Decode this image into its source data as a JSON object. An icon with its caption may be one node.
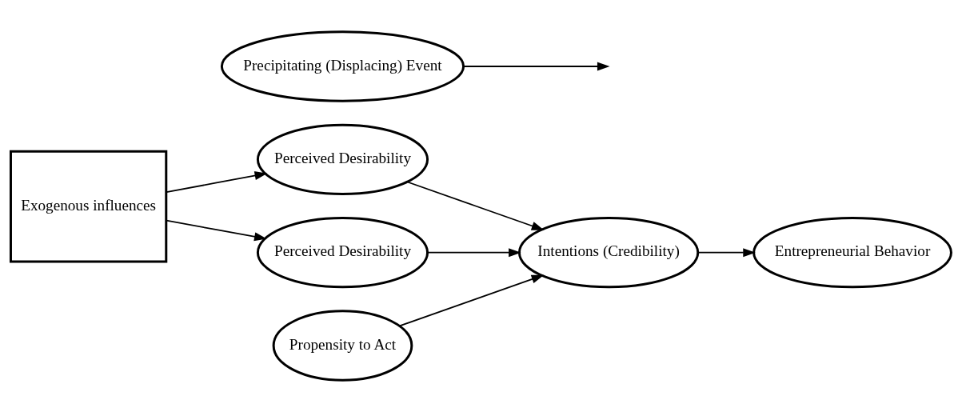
{
  "diagram": {
    "nodes": [
      {
        "text": [
          "Exogenous influences"
        ]
      },
      {
        "text": [
          "Perceived Desirability"
        ]
      },
      {
        "text": [
          "Perceived Desirability"
        ]
      },
      {
        "text": [
          "Propensity to Act"
        ]
      },
      {
        "text": [
          "Intentions (Credibility)"
        ]
      },
      {
        "text": [
          "Entrepreneurial Behavior"
        ]
      },
      {
        "text": [
          "Precipitating (Displacing) Event"
        ]
      }
    ],
    "edges": [
      {
        "from": 0,
        "to": 1,
        "arrow": "to"
      },
      {
        "from": 0,
        "to": 2,
        "arrow": "to"
      },
      {
        "from": 1,
        "to": 4,
        "arrow": "to"
      },
      {
        "from": 2,
        "to": 4,
        "arrow": "to"
      },
      {
        "from": 3,
        "to": 4,
        "arrow": "to"
      },
      {
        "from": 4,
        "to": 5,
        "arrow": "to"
      },
      {
        "from": 6,
        "to": null,
        "arrow": "to"
      }
    ]
  }
}
